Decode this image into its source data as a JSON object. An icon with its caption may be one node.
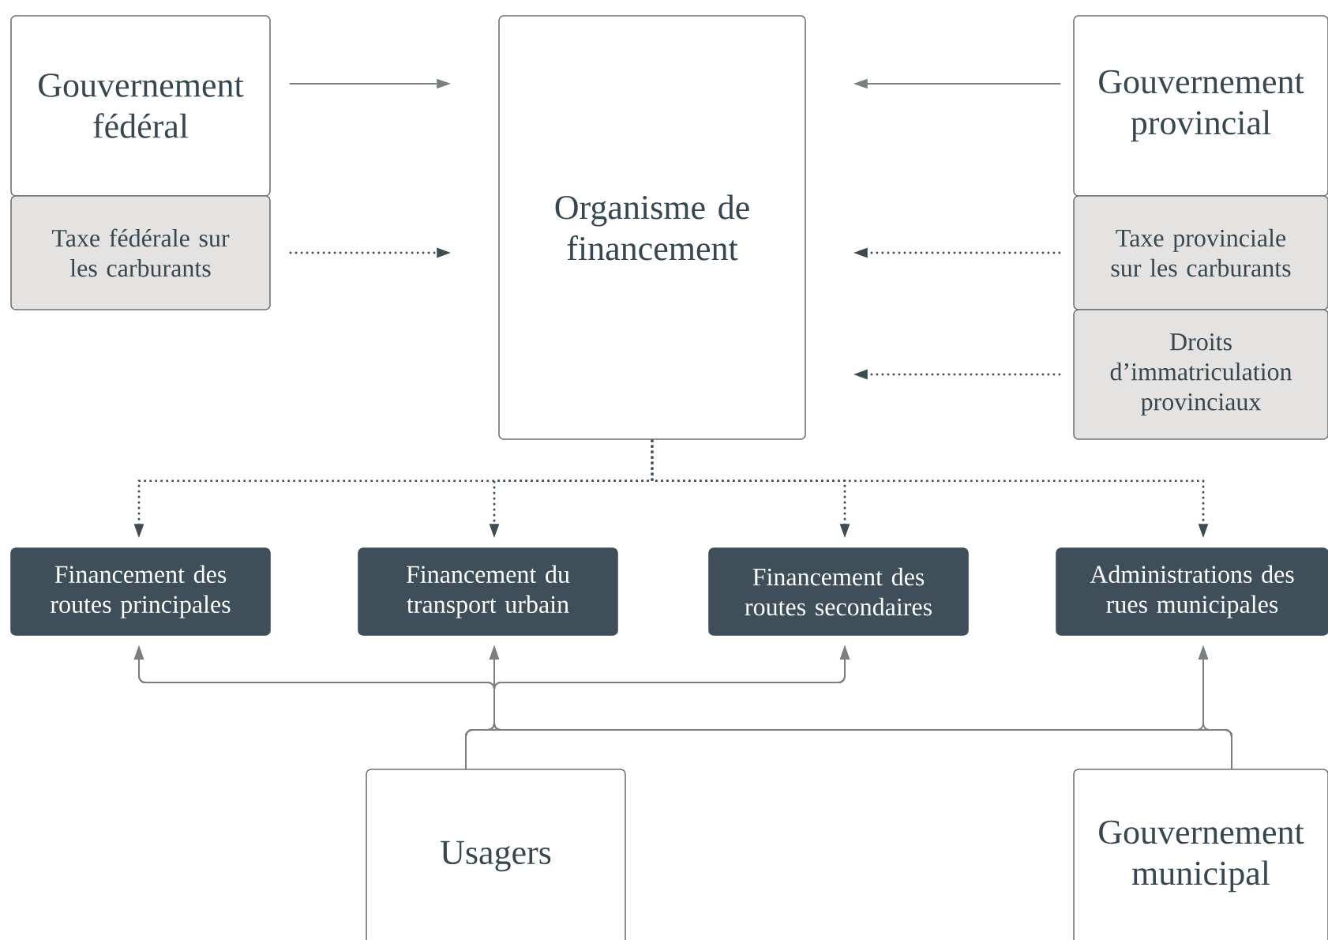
{
  "diagram": {
    "nodes": [
      {
        "text": [
          "Gouvernement fédéral"
        ]
      },
      {
        "text": [
          "Taxe fédérale sur les carburants"
        ]
      },
      {
        "text": [
          "Organisme de financement"
        ]
      },
      {
        "text": [
          "Gouvernement provincial"
        ]
      },
      {
        "text": [
          "Taxe provinciale sur les carburants"
        ]
      },
      {
        "text": [
          "Droits d’immatriculation provinciaux"
        ]
      },
      {
        "text": [
          "Financement des routes principales"
        ]
      },
      {
        "text": [
          "Financement du transport urbain"
        ]
      },
      {
        "text": [
          "Financement des routes secondaires"
        ]
      },
      {
        "text": [
          "Administrations des rues municipales"
        ]
      },
      {
        "text": [
          "Usagers"
        ]
      },
      {
        "text": [
          "Gouvernement municipal"
        ]
      }
    ],
    "edges": [
      {
        "from": 0,
        "to": 2,
        "arrow": "to"
      },
      {
        "from": 1,
        "to": 2,
        "arrow": "to",
        "style": "dashed",
        "color": "#3e4c55"
      },
      {
        "from": 3,
        "to": 2,
        "arrow": "to"
      },
      {
        "from": 4,
        "to": 2,
        "arrow": "to",
        "style": "dashed",
        "color": "#3e4c55"
      },
      {
        "from": 5,
        "to": 2,
        "arrow": "to",
        "style": "dashed",
        "color": "#3e4c55"
      },
      {
        "from": 2,
        "to": 6,
        "arrow": "to",
        "style": "dashed",
        "color": "#3e4c55"
      },
      {
        "from": 2,
        "to": 7,
        "arrow": "to",
        "style": "dashed",
        "color": "#3e4c55"
      },
      {
        "from": 2,
        "to": 8,
        "arrow": "to",
        "style": "dashed",
        "color": "#3e4c55"
      },
      {
        "from": 2,
        "to": 9,
        "arrow": "to",
        "style": "dashed",
        "color": "#3e4c55"
      },
      {
        "from": 10,
        "to": 6,
        "arrow": "to"
      },
      {
        "from": 10,
        "to": 7,
        "arrow": "to"
      },
      {
        "from": 10,
        "to": 8,
        "arrow": "to"
      },
      {
        "from": 10,
        "to": 9,
        "arrow": "to"
      },
      {
        "from": 11,
        "to": 6,
        "arrow": "to"
      },
      {
        "from": 11,
        "to": 7,
        "arrow": "to"
      },
      {
        "from": 11,
        "to": 8,
        "arrow": "to"
      },
      {
        "from": 11,
        "to": 9,
        "arrow": "to"
      }
    ]
  }
}
